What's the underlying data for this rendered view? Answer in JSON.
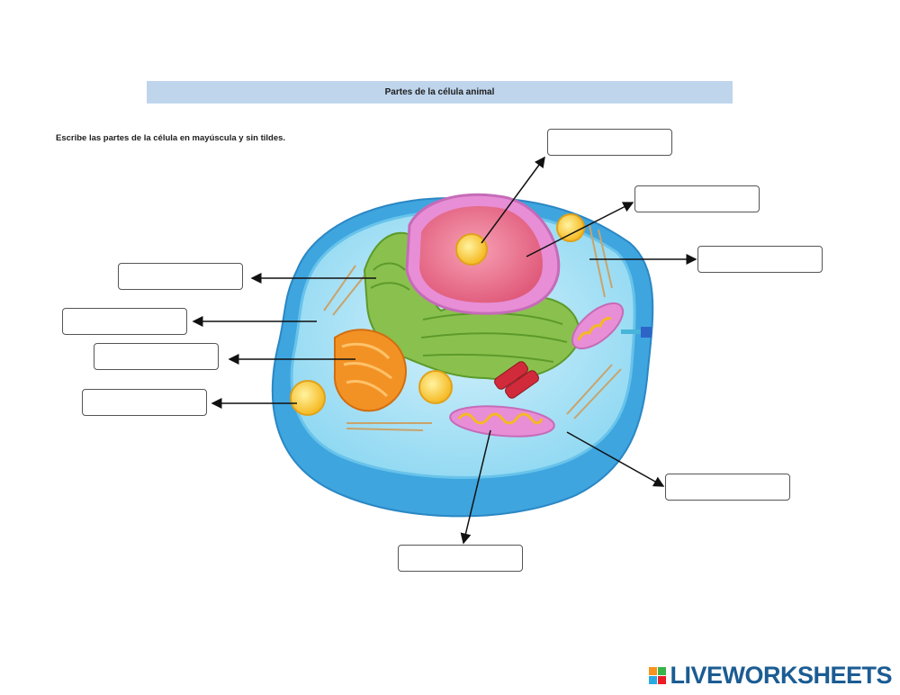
{
  "worksheet": {
    "title": "Partes de la célula animal",
    "instructions": "Escribe las partes de la célula en mayúscula y sin tildes."
  },
  "answers": {
    "nucleolus": "",
    "nucleus": "",
    "cytoplasm": "",
    "endoplasmic_reticulum": "",
    "membrane": "",
    "golgi": "",
    "vesicle": "",
    "cell_membrane_outer": "",
    "mitochondrion": ""
  },
  "brand": {
    "name": "LIVEWORKSHEETS",
    "color": "#1b5c93"
  }
}
